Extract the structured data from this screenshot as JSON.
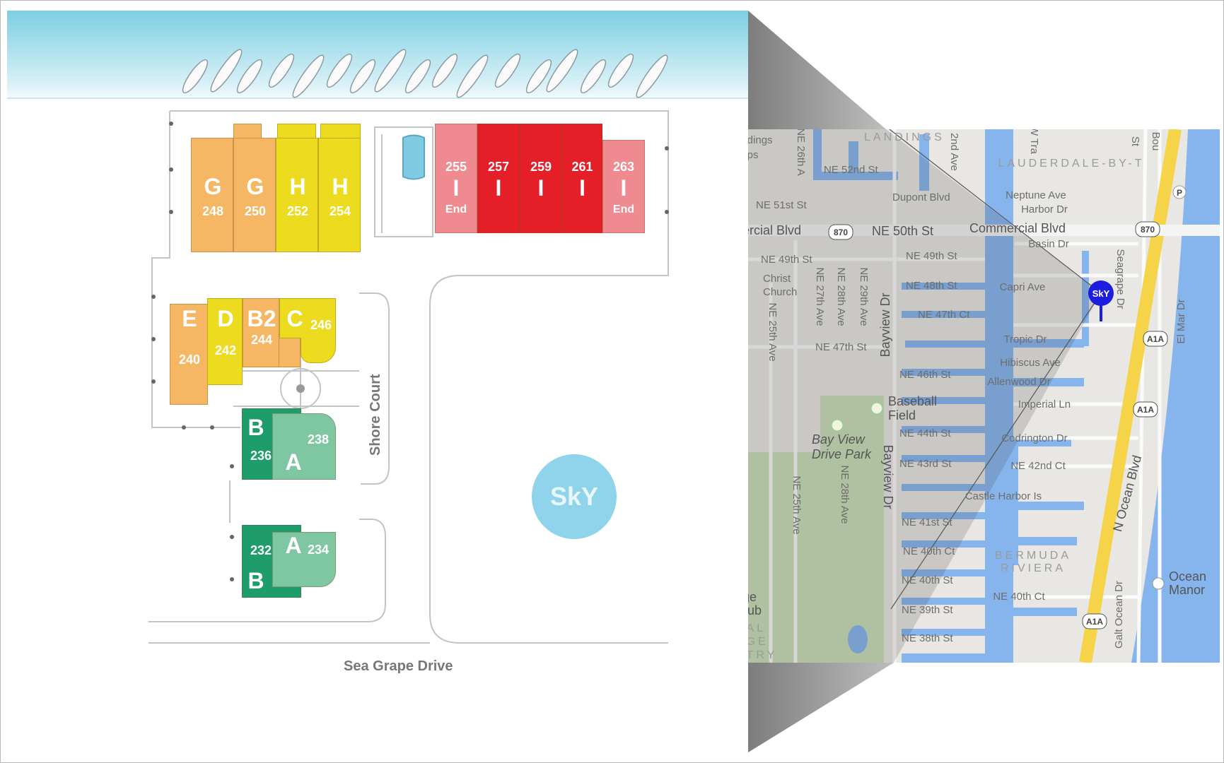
{
  "colors": {
    "water": "#7ccfe2",
    "unit_orange": "#f6b764",
    "unit_yellow": "#ecdb1f",
    "unit_pink": "#ef8a90",
    "unit_red": "#e51f28",
    "unit_dark_green": "#1e9c6c",
    "unit_light_green": "#7fc7a2",
    "sky": "#8fd4ea",
    "map_water": "#86b5ee",
    "highway": "#f5d44a"
  },
  "siteplan": {
    "top_row": [
      {
        "type": "G",
        "number": "248"
      },
      {
        "type": "G",
        "number": "250"
      },
      {
        "type": "H",
        "number": "252"
      },
      {
        "type": "H",
        "number": "254"
      }
    ],
    "red_row": [
      {
        "type": "I",
        "number": "255",
        "note": "End"
      },
      {
        "type": "I",
        "number": "257"
      },
      {
        "type": "I",
        "number": "259"
      },
      {
        "type": "I",
        "number": "261"
      },
      {
        "type": "I",
        "number": "263",
        "note": "End"
      }
    ],
    "middle": [
      {
        "type": "E",
        "number": "240"
      },
      {
        "type": "D",
        "number": "242"
      },
      {
        "type": "B2",
        "number": "244"
      },
      {
        "type": "C",
        "number": "246"
      }
    ],
    "green_upper": [
      {
        "type": "B",
        "number": "236"
      },
      {
        "type": "A",
        "number": "238"
      }
    ],
    "green_lower": [
      {
        "type": "B",
        "number": "232"
      },
      {
        "type": "A",
        "number": "234"
      }
    ],
    "streets": {
      "shore": "Shore Court",
      "seagrape": "Sea Grape Drive"
    },
    "sky_label": "SkY"
  },
  "map": {
    "pin": "SkY",
    "labels": [
      "andings",
      "hops",
      "LANDINGS",
      "NE 52nd St",
      "Dupont Blvd",
      "NE 51st St",
      "nercial Blvd",
      "NE 50th St",
      "Commercial Blvd",
      "LAUDERDALE-BY-T",
      "Neptune Ave",
      "Harbor Dr",
      "Basin Dr",
      "NE 49th St",
      "NE 49th St",
      "Christ",
      "Church",
      "Capri Ave",
      "NE 48th St",
      "NE 47th Ct",
      "Tropic Dr",
      "Hibiscus Ave",
      "Allenwood Dr",
      "Imperial Ln",
      "NE 47th St",
      "NE 46th St",
      "Baseball",
      "Field",
      "Bay View",
      "Drive Park",
      "NE 44th St",
      "Codrington Dr",
      "NE 43rd St",
      "NE 42nd Ct",
      "Castle Harbor Is",
      "NE 41st St",
      "NE 40th Ct",
      "BERMUDA",
      "RIVIERA",
      "NE 40th St",
      "NE 40th Ct",
      "NE 39th St",
      "NE 38th St",
      "Ocean",
      "Manor",
      "dge",
      "Club",
      "RAL",
      "DGE",
      "NTRY"
    ],
    "vertical_labels": [
      "NE 26th A",
      "2nd Ave",
      "W Tra",
      "St",
      "Bou",
      "NE 25th Ave",
      "NE 27th Ave",
      "NE 28th Ave",
      "NE 29th Ave",
      "Bayview Dr",
      "Bayview Dr",
      "NE 28th Ave",
      "NE 25th Ave",
      "Seagrape Dr",
      "El Mar Dr",
      "N Ocean Blvd",
      "Galt Ocean Dr"
    ],
    "shields": [
      "870",
      "870",
      "A1A",
      "A1A",
      "A1A"
    ],
    "poi": [
      "P"
    ]
  }
}
